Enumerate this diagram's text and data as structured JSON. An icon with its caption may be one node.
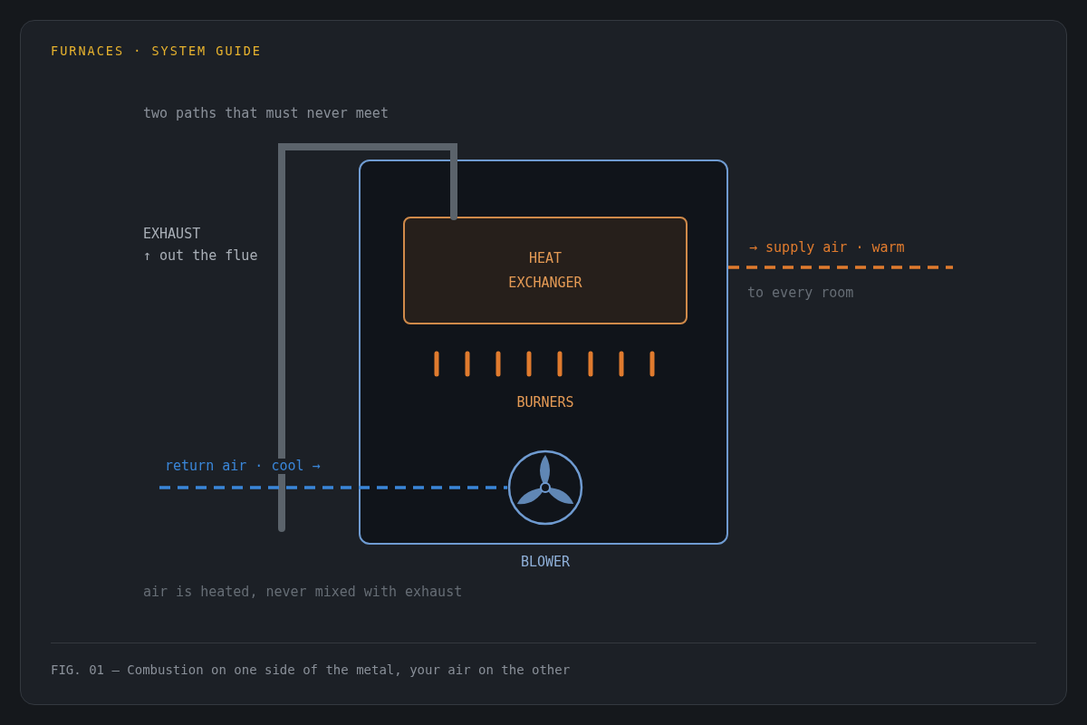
{
  "diagram": {
    "title": "FURNACES · SYSTEM GUIDE",
    "caption": "FIG. 01 — Combustion on one side of the metal, your air on the other",
    "nodes": [
      {
        "text": [],
        "shape": "box"
      },
      {
        "text": [
          "HEAT EXCHANGER"
        ],
        "in": 0
      },
      {
        "text": [
          "BURNERS"
        ],
        "in": 0
      },
      {
        "text": [],
        "shape": "circle",
        "in": 0,
        "beside": [
          "BLOWER"
        ]
      }
    ],
    "edges": [
      {
        "from": 1,
        "to": null,
        "arrow": "none",
        "style": "thick",
        "color": "#5b636b"
      },
      {
        "from": 0,
        "to": null,
        "arrow": "none",
        "style": "dashed",
        "color": "#e07b2e",
        "label": "→ supply air · warm"
      },
      {
        "from": null,
        "to": 3,
        "arrow": "none",
        "style": "dashed",
        "color": "#3a86d9",
        "label": "return air · cool →"
      }
    ],
    "labels": [
      "two paths that must never meet",
      "EXHAUST",
      "↑ out the flue",
      "to every room",
      "air is heated, never mixed with exhaust"
    ]
  }
}
